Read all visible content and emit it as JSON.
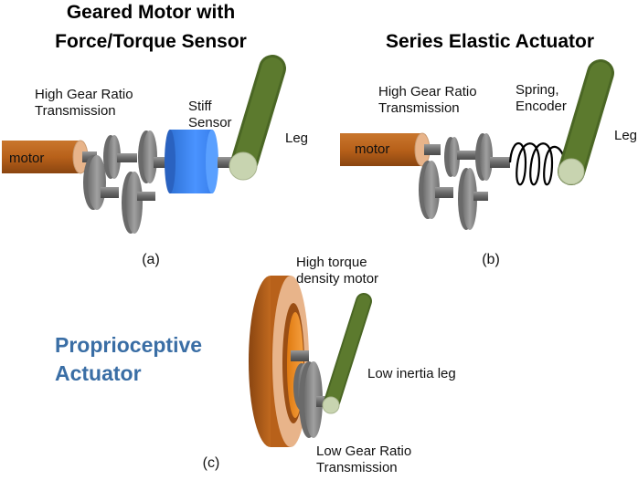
{
  "panel_a": {
    "title_line1": "Geared Motor with",
    "title_line2": "Force/Torque Sensor",
    "gear_label_line1": "High Gear Ratio",
    "gear_label_line2": "Transmission",
    "motor_label": "motor",
    "sensor_label_line1": "Stiff",
    "sensor_label_line2": "Sensor",
    "leg_label": "Leg",
    "caption": "(a)"
  },
  "panel_b": {
    "title": "Series Elastic Actuator",
    "gear_label_line1": "High Gear Ratio",
    "gear_label_line2": "Transmission",
    "motor_label": "motor",
    "spring_label_line1": "Spring,",
    "spring_label_line2": "Encoder",
    "leg_label": "Leg",
    "caption": "(b)"
  },
  "panel_c": {
    "title_line1": "Proprioceptive",
    "title_line2": "Actuator",
    "motor_label_line1": "High torque",
    "motor_label_line2": "density motor",
    "leg_label": "Low inertia leg",
    "gear_label_line1": "Low Gear Ratio",
    "gear_label_line2": "Transmission",
    "caption": "(c)"
  },
  "colors": {
    "motor": "#b8611a",
    "motor_face": "#e8b48a",
    "gear": "#8c8c8c",
    "gear_dark": "#606060",
    "sensor": "#3d86f0",
    "leg": "#5c7a2e",
    "leg_joint": "#c8d4b0",
    "proprioceptive_title": "#3a6ea5"
  }
}
